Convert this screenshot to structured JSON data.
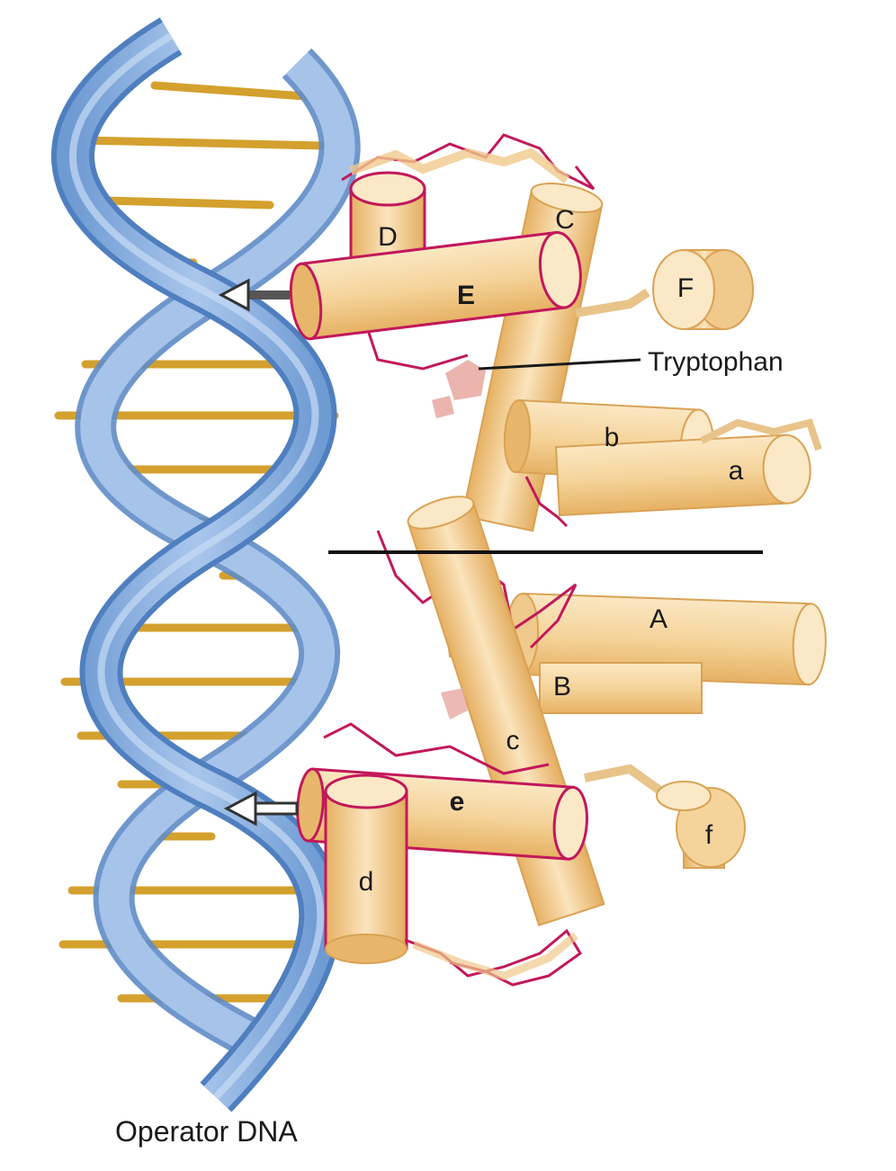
{
  "caption": "Operator DNA",
  "annotation": "Tryptophan",
  "helix_labels": {
    "A": "A",
    "B": "B",
    "C": "C",
    "D": "D",
    "E": "E",
    "F": "F",
    "a": "a",
    "b": "b",
    "c": "c",
    "d": "d",
    "e": "e",
    "f": "f"
  },
  "colors": {
    "dna_backbone": "#8fb4e3",
    "dna_backbone_dark": "#5f8cc6",
    "base_pairs": "#d4a02e",
    "protein_helix": "#f7d9a6",
    "protein_helix_dark": "#e8b66a",
    "loop": "#c2185b",
    "tryptophan": "#e8a8a0",
    "divider": "#111111"
  }
}
